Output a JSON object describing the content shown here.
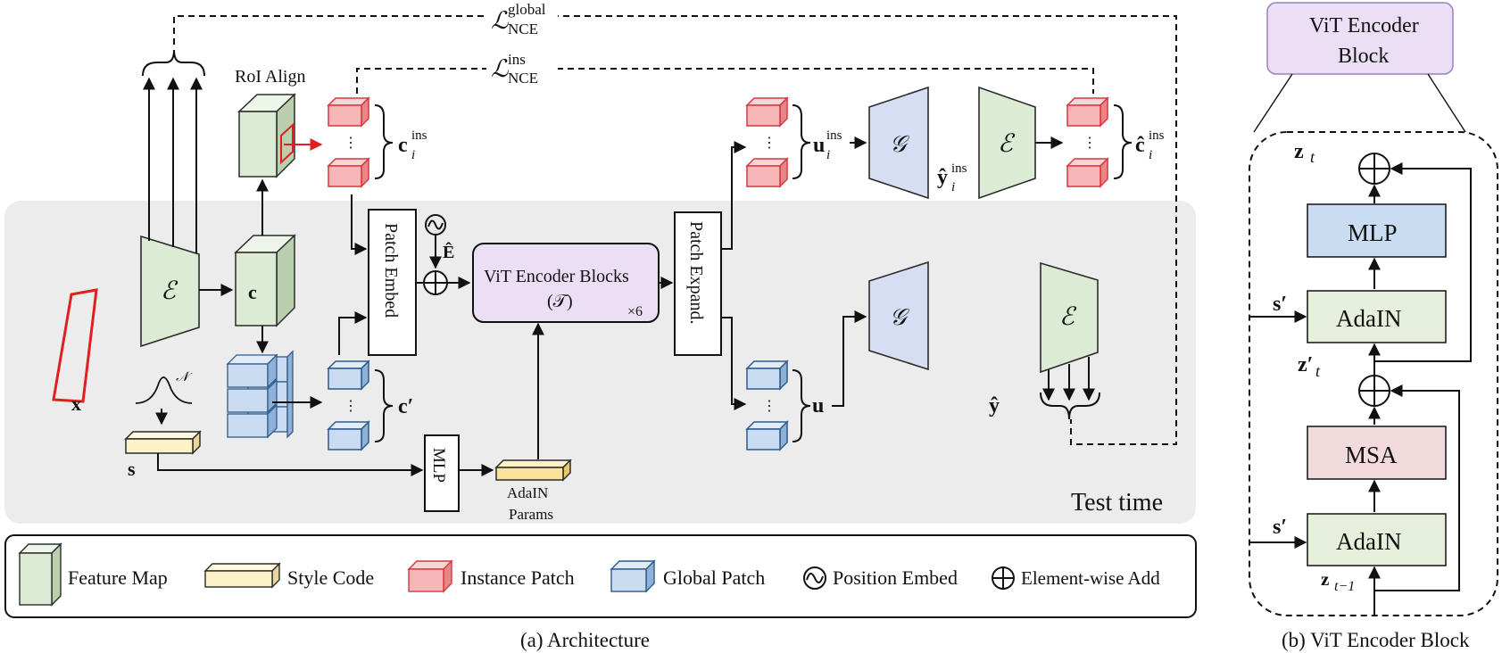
{
  "colors": {
    "feature_fill": "#dcebd3",
    "feature_stroke": "#2b2b2b",
    "style_fill": "#fdf1c7",
    "instance_fill": "#f7b6b8",
    "instance_stroke": "#d9363e",
    "global_fill": "#c9dcf2",
    "global_stroke": "#2f5a8a",
    "vit_fill": "#eadff5",
    "vit_stroke": "#9a7fc0",
    "mlp_fill": "#c9dcf2",
    "msa_fill": "#f3dadd",
    "adain_fill": "#e6efdc",
    "generator_fill": "#d5def2",
    "testtime_bg": "#ececec",
    "red": "#e02020"
  },
  "labels": {
    "loss_global_main": "ℒ",
    "loss_global_sup": "global",
    "loss_global_sub": "NCE",
    "loss_ins_main": "ℒ",
    "loss_ins_sup": "ins",
    "loss_ins_sub": "NCE",
    "roi_align": "RoI Align",
    "x": "x",
    "encoder": "ℰ",
    "c": "c",
    "c_ins_main": "c",
    "c_ins_sub": "i",
    "c_ins_sup": "ins",
    "c_prime": "c′",
    "normal_dist": "𝒩",
    "s": "s",
    "patch_embed": "Patch Embed",
    "e_hat": "Ê",
    "vit_blocks_line1": "ViT Encoder Blocks",
    "vit_blocks_line2": "(𝒯)",
    "times6": "×6",
    "mlp": "MLP",
    "adain_params_line1": "AdaIN",
    "adain_params_line2": "Params",
    "patch_expand": "Patch Expand.",
    "u_ins_main": "u",
    "u_ins_sub": "i",
    "u_ins_sup": "ins",
    "u": "u",
    "generator": "𝒢",
    "y_ins_main": "ŷ",
    "y_ins_sub": "i",
    "y_ins_sup": "ins",
    "y_hat": "ŷ",
    "c_ins_hat_main": "ĉ",
    "c_ins_hat_sub": "i",
    "c_ins_hat_sup": "ins",
    "dots": "⋮",
    "test_time": "Test time"
  },
  "legend": {
    "feature_map": "Feature Map",
    "style_code": "Style Code",
    "instance_patch": "Instance Patch",
    "global_patch": "Global Patch",
    "position_embed": "Position Embed",
    "element_wise_add": "Element-wise Add"
  },
  "block": {
    "title_line1": "ViT Encoder",
    "title_line2": "Block",
    "mlp": "MLP",
    "adain": "AdaIN",
    "msa": "MSA",
    "s_prime": "s′",
    "z_t": "z",
    "z_t_sub": "t",
    "z_t_prime": "z′",
    "z_t_prime_sub": "t",
    "z_t_minus": "z",
    "z_t_minus_sub": "t−1"
  },
  "captions": {
    "a": "(a) Architecture",
    "b": "(b) ViT Encoder Block"
  }
}
